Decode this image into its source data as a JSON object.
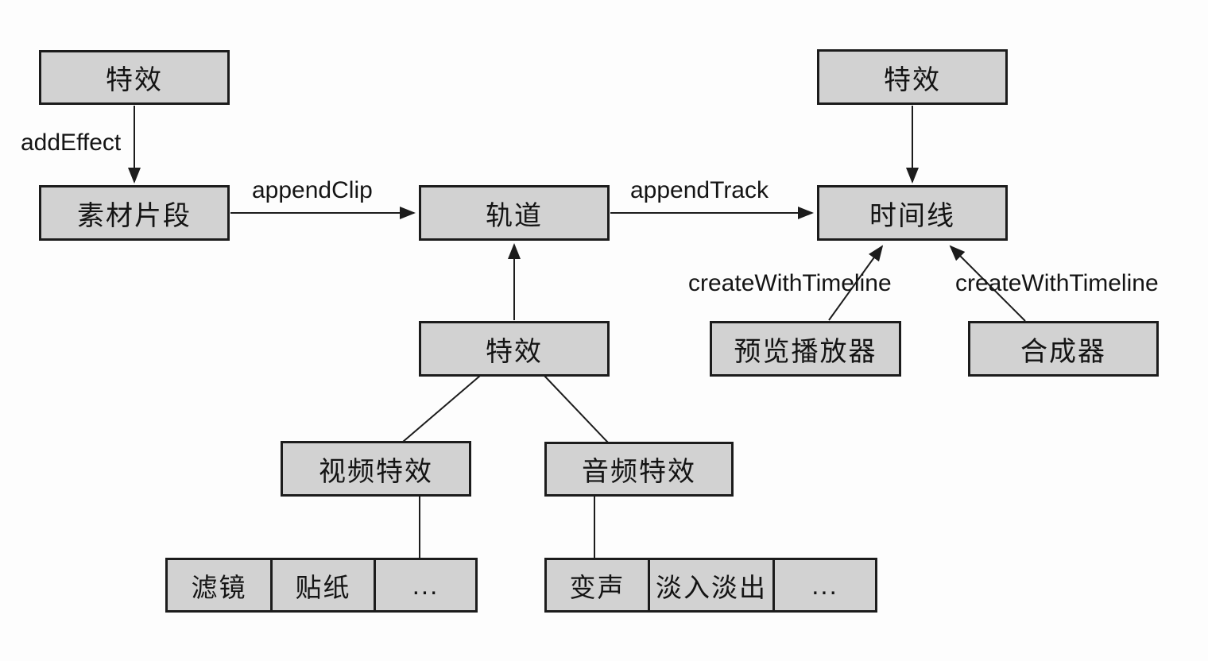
{
  "diagram": {
    "title_hint": "video editing SDK object relationship diagram",
    "nodes": {
      "effect_top_left": {
        "label": "特效"
      },
      "clip": {
        "label": "素材片段"
      },
      "track": {
        "label": "轨道"
      },
      "effect_top_right": {
        "label": "特效"
      },
      "timeline": {
        "label": "时间线"
      },
      "effect_middle": {
        "label": "特效"
      },
      "preview_player": {
        "label": "预览播放器"
      },
      "compositor": {
        "label": "合成器"
      },
      "video_effect": {
        "label": "视频特效"
      },
      "audio_effect": {
        "label": "音频特效"
      }
    },
    "edge_labels": {
      "add_effect": "addEffect",
      "append_clip": "appendClip",
      "append_track": "appendTrack",
      "create_with_timeline_left": "createWithTimeline",
      "create_with_timeline_right": "createWithTimeline"
    },
    "video_effect_types": [
      "滤镜",
      "贴纸",
      "..."
    ],
    "audio_effect_types": [
      "变声",
      "淡入淡出",
      "..."
    ],
    "colors": {
      "box_fill": "#d2d2d2",
      "box_border": "#1c1c1c",
      "line": "#1c1c1c",
      "text": "#141414",
      "background": "#fdfdfd"
    }
  }
}
